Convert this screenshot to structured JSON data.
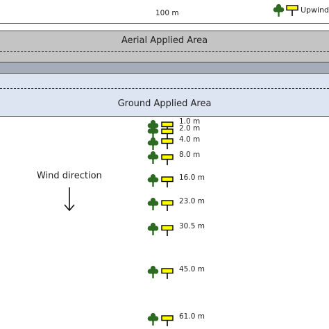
{
  "scale": {
    "label": "100 m"
  },
  "legend": {
    "label": "Upwind"
  },
  "areas": {
    "aerial": "Aerial Applied Area",
    "ground": "Ground Applied Area"
  },
  "wind": {
    "label": "Wind direction"
  },
  "stations": [
    {
      "label": "1.0 m"
    },
    {
      "label": "2.0 m"
    },
    {
      "label": "4.0 m"
    },
    {
      "label": "8.0 m"
    },
    {
      "label": "16.0 m"
    },
    {
      "label": "23.0 m"
    },
    {
      "label": "30.5 m"
    },
    {
      "label": "45.0 m"
    },
    {
      "label": "61.0 m"
    }
  ],
  "colors": {
    "tree": "#2e6b22",
    "sampler_fill": "#ffff00",
    "aerial_band": "#c4c4c4",
    "ground_band": "#dde4f2",
    "buffer_band": "#a6adba"
  },
  "icons": {
    "tree": "tree-icon",
    "sampler": "sampler-icon"
  }
}
